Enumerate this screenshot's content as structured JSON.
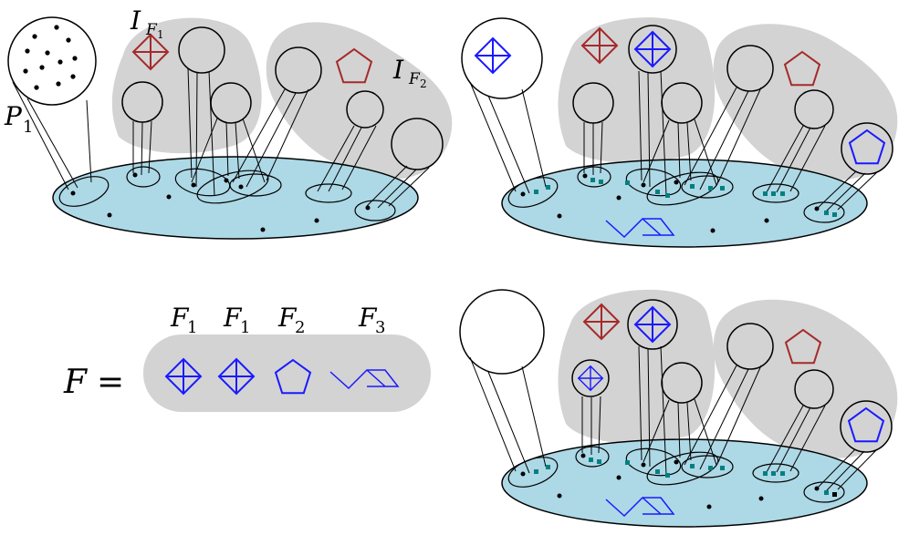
{
  "labels": {
    "P": "P",
    "P_sub": "1",
    "I1": "I",
    "I1_sub": "F",
    "I1_subsub": "1",
    "I2": "I",
    "I2_sub": "F",
    "I2_subsub": "2",
    "F_eq": "F",
    "equals": "=",
    "F1a": "F",
    "F1a_sub": "1",
    "F1b": "F",
    "F1b_sub": "1",
    "F2": "F",
    "F2_sub": "2",
    "F3": "F",
    "F3_sub": "3"
  },
  "colors": {
    "host_fill": "#add8e6",
    "group_fill": "#d3d3d3",
    "graph_blue": "#1a1aff",
    "pattern_red": "#a52a2a",
    "marker_teal": "#008080",
    "stroke": "#000000"
  }
}
